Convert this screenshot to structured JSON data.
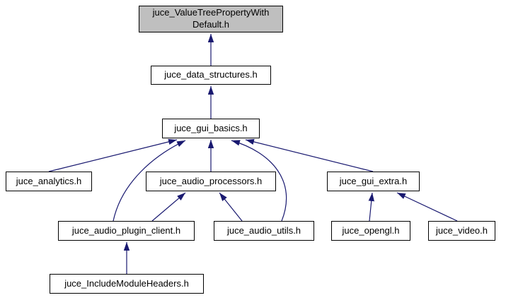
{
  "diagram": {
    "title": "Include dependency graph for juce_ValueTreePropertyWithDefault.h",
    "type": "include-dependency-graph",
    "edge_color": "#191970",
    "node_border_color": "#000000",
    "highlight_fill": "#bfbfbf",
    "nodes": [
      {
        "id": "valuetree",
        "label": "juce_ValueTreePropertyWith\nDefault.h",
        "highlighted": true
      },
      {
        "id": "data_structures",
        "label": "juce_data_structures.h",
        "highlighted": false
      },
      {
        "id": "gui_basics",
        "label": "juce_gui_basics.h",
        "highlighted": false
      },
      {
        "id": "analytics",
        "label": "juce_analytics.h",
        "highlighted": false
      },
      {
        "id": "audio_processors",
        "label": "juce_audio_processors.h",
        "highlighted": false
      },
      {
        "id": "gui_extra",
        "label": "juce_gui_extra.h",
        "highlighted": false
      },
      {
        "id": "audio_plugin_client",
        "label": "juce_audio_plugin_client.h",
        "highlighted": false
      },
      {
        "id": "audio_utils",
        "label": "juce_audio_utils.h",
        "highlighted": false
      },
      {
        "id": "opengl",
        "label": "juce_opengl.h",
        "highlighted": false
      },
      {
        "id": "video",
        "label": "juce_video.h",
        "highlighted": false
      },
      {
        "id": "include_module_headers",
        "label": "juce_IncludeModuleHeaders.h",
        "highlighted": false
      }
    ],
    "edges": [
      {
        "from": "juce_data_structures.h",
        "to": "juce_ValueTreePropertyWithDefault.h"
      },
      {
        "from": "juce_gui_basics.h",
        "to": "juce_data_structures.h"
      },
      {
        "from": "juce_analytics.h",
        "to": "juce_gui_basics.h"
      },
      {
        "from": "juce_audio_processors.h",
        "to": "juce_gui_basics.h"
      },
      {
        "from": "juce_gui_extra.h",
        "to": "juce_gui_basics.h"
      },
      {
        "from": "juce_audio_plugin_client.h",
        "to": "juce_gui_basics.h"
      },
      {
        "from": "juce_audio_utils.h",
        "to": "juce_gui_basics.h"
      },
      {
        "from": "juce_audio_plugin_client.h",
        "to": "juce_audio_processors.h"
      },
      {
        "from": "juce_audio_utils.h",
        "to": "juce_audio_processors.h"
      },
      {
        "from": "juce_opengl.h",
        "to": "juce_gui_extra.h"
      },
      {
        "from": "juce_video.h",
        "to": "juce_gui_extra.h"
      },
      {
        "from": "juce_IncludeModuleHeaders.h",
        "to": "juce_audio_plugin_client.h"
      }
    ]
  }
}
